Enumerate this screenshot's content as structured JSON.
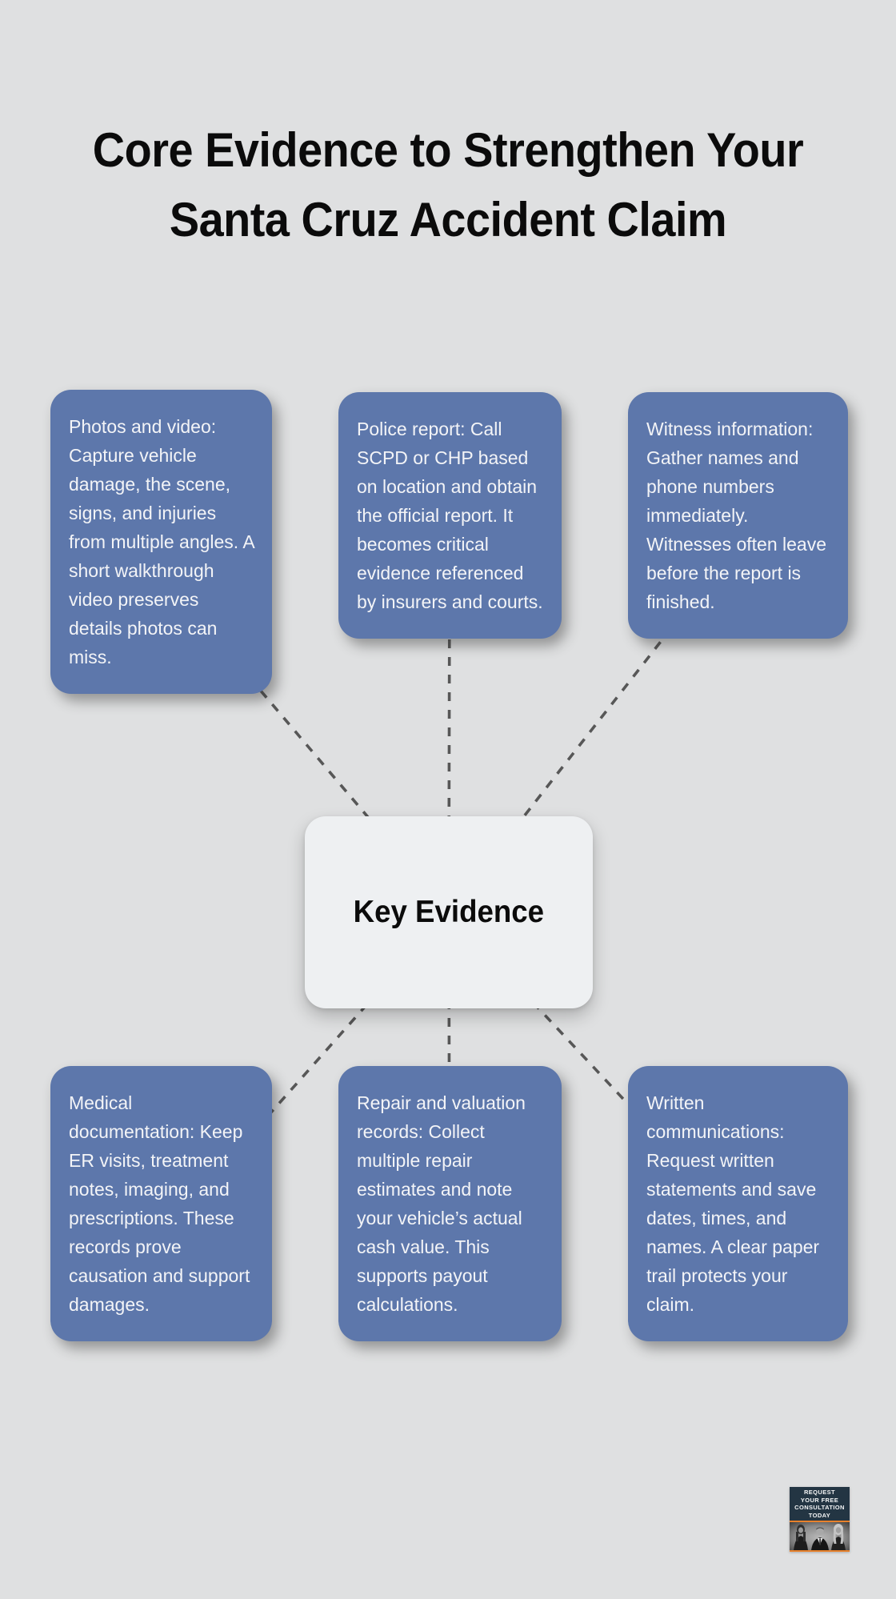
{
  "title": "Core Evidence to Strengthen Your Santa Cruz Accident Claim",
  "center_node": {
    "label": "Key Evidence"
  },
  "nodes": [
    {
      "id": "photos-video",
      "text": "Photos and video: Capture vehicle damage, the scene, signs, and injuries from multiple angles. A short walkthrough video preserves details photos can miss."
    },
    {
      "id": "police-report",
      "text": "Police report: Call SCPD or CHP based on location and obtain the official report. It becomes critical evidence referenced by insurers and courts."
    },
    {
      "id": "witness-information",
      "text": "Witness information: Gather names and phone numbers immediately. Witnesses often leave before the report is finished."
    },
    {
      "id": "medical-documentation",
      "text": "Medical documentation: Keep ER visits, treatment notes, imaging, and prescriptions. These records prove causation and support damages."
    },
    {
      "id": "repair-valuation-records",
      "text": "Repair and valuation records: Collect multiple repair estimates and note your vehicle’s actual cash value. This supports payout calculations."
    },
    {
      "id": "written-communications",
      "text": "Written communications: Request written statements and save dates, times, and names. A clear paper trail protects your claim."
    }
  ],
  "badge": {
    "lines": [
      "REQUEST",
      "YOUR FREE",
      "CONSULTATION",
      "TODAY"
    ]
  },
  "colors": {
    "background": "#dfe0e1",
    "node_blue": "#5d77ab",
    "node_text": "#f3f4f7",
    "center_bg": "#eef0f2",
    "title_text": "#0b0b0b",
    "connector": "#575757",
    "badge_navy": "#233543",
    "badge_orange": "#e8812b"
  }
}
